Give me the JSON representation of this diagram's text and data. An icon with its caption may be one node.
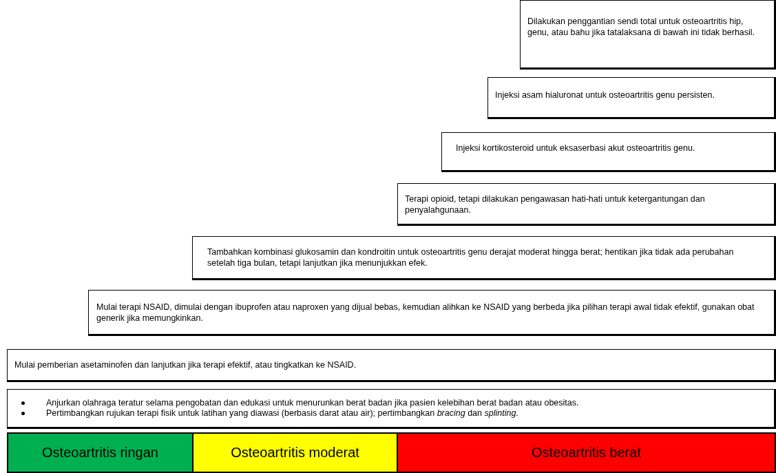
{
  "diagram": {
    "nodes": [
      {
        "text": [
          "Dilakukan penggantian sendi total untuk osteoartritis hip, genu, atau bahu jika tatalaksana di bawah ini tidak berhasil."
        ]
      },
      {
        "text": [
          "Injeksi asam hialuronat untuk osteoartritis genu persisten."
        ]
      },
      {
        "text": [
          "Injeksi kortikosteroid untuk eksaserbasi akut osteoartritis genu."
        ]
      },
      {
        "text": [
          "Terapi opioid, tetapi dilakukan pengawasan hati-hati untuk ketergantungan dan penyalahgunaan."
        ]
      },
      {
        "text": [
          "Tambahkan kombinasi glukosamin dan kondroitin untuk osteoartritis genu derajat moderat hingga berat; hentikan jika tidak ada perubahan setelah tiga bulan, tetapi lanjutkan jika menunjukkan efek."
        ]
      },
      {
        "text": [
          "Mulai terapi NSAID, dimulai dengan ibuprofen atau naproxen yang dijual bebas, kemudian alihkan ke NSAID yang berbeda jika pilihan terapi awal tidak efektif, gunakan obat generik jika memungkinkan."
        ]
      },
      {
        "text": [
          "Mulai pemberian asetaminofen dan lanjutkan jika terapi efektif, atau tingkatkan ke NSAID."
        ]
      },
      {
        "text": [
          "Anjurkan olahraga teratur selama pengobatan dan edukasi untuk menurunkan berat badan jika pasien kelebihan berat badan atau obesitas.",
          "Pertimbangkan rujukan terapi fisik untuk latihan yang diawasi (berbasis darat atau air); pertimbangkan *bracing* dan *splinting*."
        ]
      },
      {
        "text": [
          "Osteoartritis ringan"
        ]
      },
      {
        "text": [
          "Osteoartritis moderat"
        ]
      },
      {
        "text": [
          "Osteoartritis berat"
        ]
      }
    ]
  }
}
